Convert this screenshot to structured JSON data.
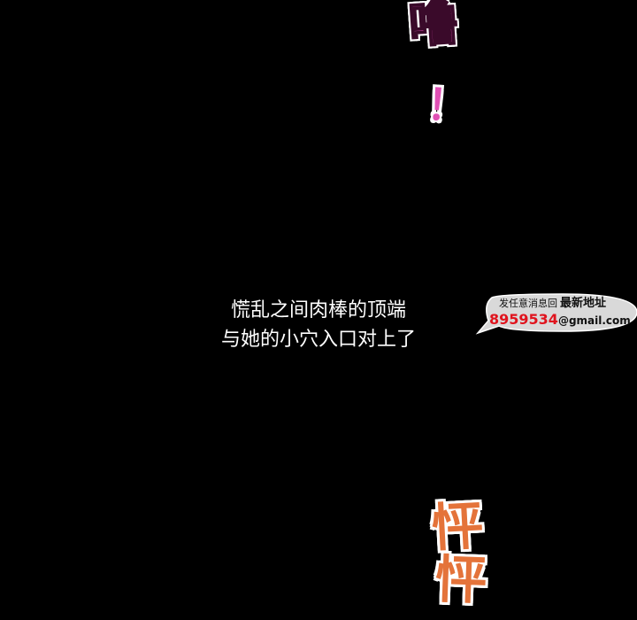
{
  "sound_effects": {
    "top": "噜",
    "top_tail": "！",
    "bottom_1": "怦",
    "bottom_2": "怦"
  },
  "caption": {
    "line1": "慌乱之间肉棒的顶端",
    "line2": "与她的小穴入口对上了"
  },
  "watermark": {
    "line1": "发任意消息回",
    "line1_bold": "最新地址",
    "number": "8959534",
    "email": "@gmail.com",
    "bubble_color": "#d9d9d9"
  },
  "colors": {
    "background": "#000000",
    "sfx_pink": "#e04fb4",
    "sfx_orange": "#e4733a"
  }
}
